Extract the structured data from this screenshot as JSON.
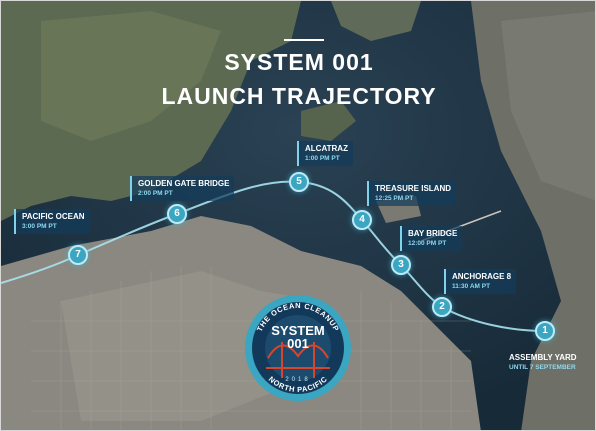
{
  "title": {
    "line1": "SYSTEM 001",
    "line2": "LAUNCH TRAJECTORY"
  },
  "waypoints": [
    {
      "number": "1",
      "name": "ASSEMBLY YARD",
      "time": "UNTIL 7 SEPTEMBER"
    },
    {
      "number": "2",
      "name": "ANCHORAGE 8",
      "time": "11:30 AM PT"
    },
    {
      "number": "3",
      "name": "BAY BRIDGE",
      "time": "12:00 PM PT"
    },
    {
      "number": "4",
      "name": "TREASURE ISLAND",
      "time": "12:25 PM PT"
    },
    {
      "number": "5",
      "name": "ALCATRAZ",
      "time": "1:00 PM PT"
    },
    {
      "number": "6",
      "name": "GOLDEN GATE BRIDGE",
      "time": "2:00 PM PT"
    },
    {
      "number": "7",
      "name": "PACIFIC OCEAN",
      "time": "3:00 PM PT"
    }
  ],
  "logo": {
    "top_arc": "THE OCEAN CLEANUP",
    "bottom_arc": "NORTH PACIFIC",
    "center_line1": "SYSTEM",
    "center_line2": "001",
    "year": "2018"
  },
  "colors": {
    "route": "#a9e3f1",
    "marker": "#3aa6c2",
    "label_bg": "#143c5a",
    "water": "#1e3344",
    "badge_ring": "#3aa6c2",
    "badge_fill": "#13395a"
  }
}
